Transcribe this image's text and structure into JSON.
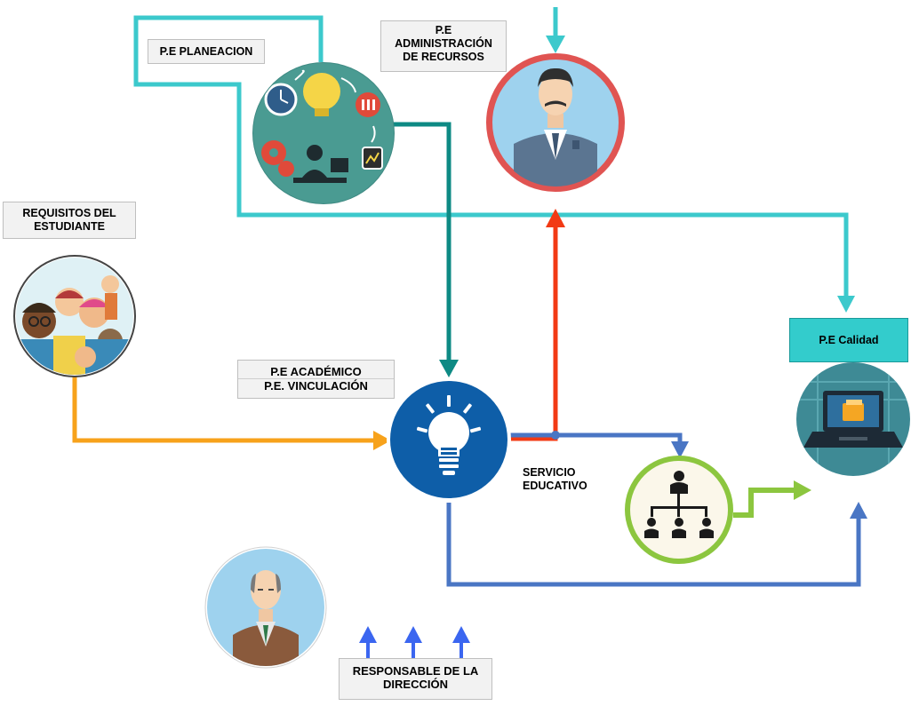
{
  "labels": {
    "planeacion": "P.E PLANEACION",
    "administracion": [
      "P.E",
      "ADMINISTRACIÓN",
      "DE RECURSOS"
    ],
    "requisitos": [
      "REQUISITOS DEL",
      "ESTUDIANTE"
    ],
    "academico": [
      "P.E ACADÉMICO",
      "P.E. VINCULACIÓN"
    ],
    "servicio": [
      "SERVICIO",
      "EDUCATIVO"
    ],
    "calidad": "P.E Calidad",
    "responsable": [
      "RESPONSABLE DE LA",
      "DIRECCIÓN"
    ]
  },
  "colors": {
    "cyan_flow": "#3cc9cc",
    "dark_teal_flow": "#0e8a84",
    "red_flow": "#f23a14",
    "blue_flow": "#4a76c4",
    "orange_flow": "#f7a21b",
    "green_flow": "#8cc63f",
    "up_arrows": "#3b66f0",
    "calidad_box": "#33cccc"
  },
  "icons": {
    "planeacion": "planning-cycle-icon",
    "administracion": "manager-avatar-icon",
    "requisitos": "students-group-icon",
    "academico": "lightbulb-icon",
    "servicio": "org-chart-icon",
    "calidad": "laptop-folder-icon",
    "responsable": "director-avatar-icon"
  }
}
